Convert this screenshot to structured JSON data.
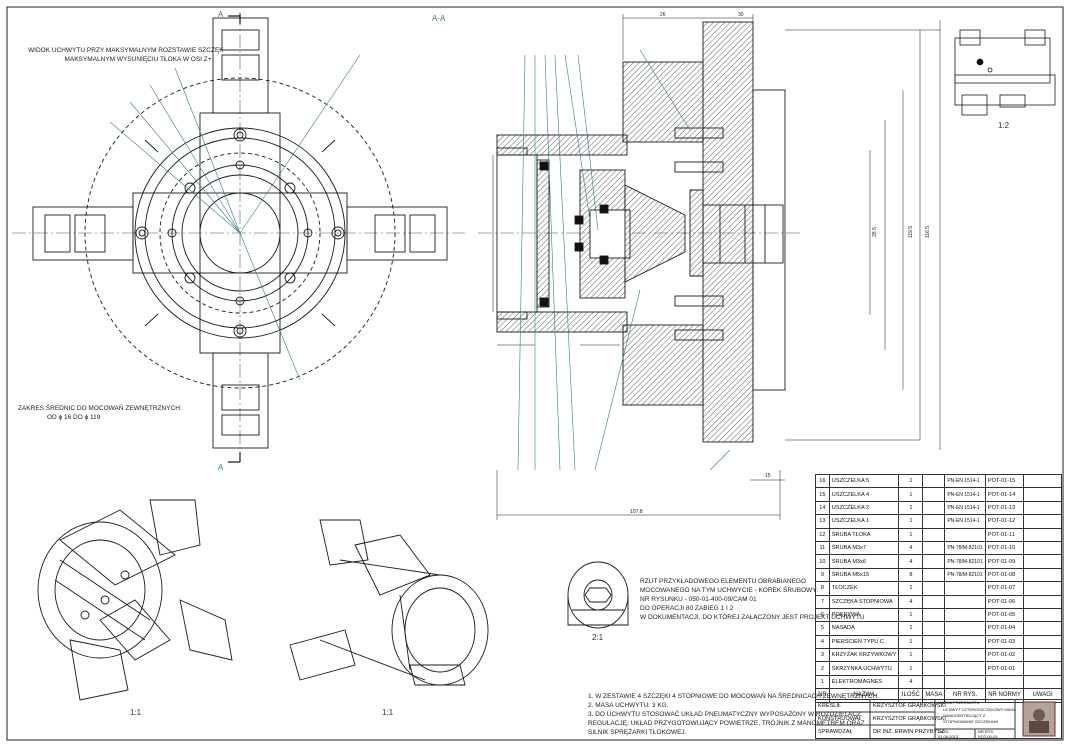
{
  "section_marks": {
    "a_top": "A",
    "a_bottom": "A",
    "section_title": "A-A"
  },
  "notes": {
    "view_caption_line1": "WIDOK UCHWYTU PRZY MAKSYMALNYM ROZSTAWIE SZCZĘK -",
    "view_caption_line2": "MAKSYMALNYM WYSUNIĘCIU TŁOKA W OSI Z+",
    "range_line1": "ZAKRES ŚREDNIC DO MOCOWAŃ ZEWNĘTRZNYCH:",
    "range_line2": "OD ϕ 16 DO ϕ 119",
    "example_line1": "RZUT PRZYKŁADOWEGO ELEMENTU OBRABIANEGO",
    "example_line2": "MOCOWANEGO NA TYM UCHWYCIE - KOREK ŚRUBOWY:",
    "example_line3": "NR RYSUNKU - 050-01-400-09/CAM 01",
    "example_line4": "DO OPERACJI 80 ZABIEG 1 I 2",
    "example_line5": "W DOKUMENTACJI, DO KTÓREJ ZAŁĄCZONY JEST PROJEKT UCHWYTU",
    "general_1": "1. W ZESTAWIE 4 SZCZĘKI 4 STOPNIOWE DO MOCOWAŃ NA ŚREDNICACH ZEWNĘTRZNYCH.",
    "general_2": "2. MASA UCHWYTU: 3 KG.",
    "general_3": "3. DO UCHWYTU STOSOWAĆ UKŁAD PNEUMATYCZNY WYPOSAŻONY W ROZDZIELACZ,",
    "general_4": "REGULACJĘ, UKŁAD PRZYGOTOWUJĄCY POWIETRZE, TRÓJNIK Z MANOMETREM ORAZ",
    "general_5": "SILNIK SPRĘŻARKI TŁOKOWEJ."
  },
  "scales": {
    "iso_left": "1:1",
    "iso_right": "1:1",
    "detail": "2:1",
    "thumb": "1:2"
  },
  "bom": {
    "headers": {
      "nr": "NR",
      "name": "NAZWA",
      "qty": "ILOŚĆ",
      "mat": "MASA",
      "drw": "NR RYS.",
      "norm": "NR NORMY",
      "remarks": "UWAGI"
    },
    "rows": [
      {
        "nr": "16",
        "name": "USZCZELKA 5",
        "qty": "1",
        "std": "PN-EN 1514-1",
        "code": "POT-01-15"
      },
      {
        "nr": "15",
        "name": "USZCZELKA 4",
        "qty": "1",
        "std": "PN-EN 1514-1",
        "code": "POT-01-14"
      },
      {
        "nr": "14",
        "name": "USZCZELKA 2",
        "qty": "1",
        "std": "PN-EN 1514-1",
        "code": "POT-01-13"
      },
      {
        "nr": "13",
        "name": "USZCZELKA 1",
        "qty": "1",
        "std": "PN-EN 1514-1",
        "code": "POT-01-12"
      },
      {
        "nr": "12",
        "name": "ŚRUBA TŁOKA",
        "qty": "1",
        "std": "",
        "code": "POT-01-11"
      },
      {
        "nr": "11",
        "name": "ŚRUBA M3x7",
        "qty": "4",
        "std": "PN-78/M-82101",
        "code": "POT-01-10"
      },
      {
        "nr": "10",
        "name": "ŚRUBA M3x6",
        "qty": "4",
        "std": "PN-78/M-82101",
        "code": "POT-01-09"
      },
      {
        "nr": "9",
        "name": "ŚRUBA M5x15",
        "qty": "8",
        "std": "PN-78/M-82101",
        "code": "POT-01-08"
      },
      {
        "nr": "8",
        "name": "TŁOCZEK",
        "qty": "1",
        "std": "",
        "code": "POT-01-07"
      },
      {
        "nr": "7",
        "name": "SZCZĘKA STOPNIOWA",
        "qty": "4",
        "std": "",
        "code": "POT-01-06"
      },
      {
        "nr": "6",
        "name": "POKRYWA",
        "qty": "1",
        "std": "",
        "code": "POT-01-05"
      },
      {
        "nr": "5",
        "name": "NASADA",
        "qty": "1",
        "std": "",
        "code": "POT-01-04"
      },
      {
        "nr": "4",
        "name": "PIERŚCIEŃ TYPU C",
        "qty": "1",
        "std": "",
        "code": "POT-01-03"
      },
      {
        "nr": "3",
        "name": "KRZYŻAK KRZYWKOWY",
        "qty": "1",
        "std": "",
        "code": "POT-01-02"
      },
      {
        "nr": "2",
        "name": "SKRZYNKA UCHWYTU",
        "qty": "1",
        "std": "",
        "code": "POT-01-01"
      },
      {
        "nr": "1",
        "name": "ELEKTROMAGNES",
        "qty": "4",
        "std": "",
        "code": ""
      }
    ]
  },
  "title_block": {
    "drawn_label": "KREŚLIŁ",
    "drawn_by": "KRZYSZTOF GRĄBKOWSKI",
    "design_label": "KONSTRUOWAŁ",
    "design_by": "KRZYSZTOF GRĄBKOWSKI",
    "check_label": "SPRAWDZAŁ",
    "check_by": "DR INŻ. ERWIN PRZYBYSZ",
    "name_header": "NAZWA PRZEDMIOTU",
    "title_line1": "UCHWYT CZTEROSZCZĘKOWY MASA",
    "title_line2": "SAMOCENTRUJĄCY Z",
    "title_line3": "STOPNIOWANIE SZCZĘKAMI",
    "date_label": "DATA",
    "date": "01.06.2013",
    "sheet_label": "NR RYS.",
    "sheet_no": "POT-00-01"
  },
  "dimensions": {
    "d_top1": "26",
    "d_top2": "30",
    "d_right1": "119.5",
    "d_right2": "116.5",
    "d_total": "107.8",
    "d_small": "15",
    "d_mid": "28.5"
  },
  "colors": {
    "line": "#1a1a1a",
    "leader": "#2f7f86",
    "hatch": "#333333",
    "centerline": "#555555"
  }
}
